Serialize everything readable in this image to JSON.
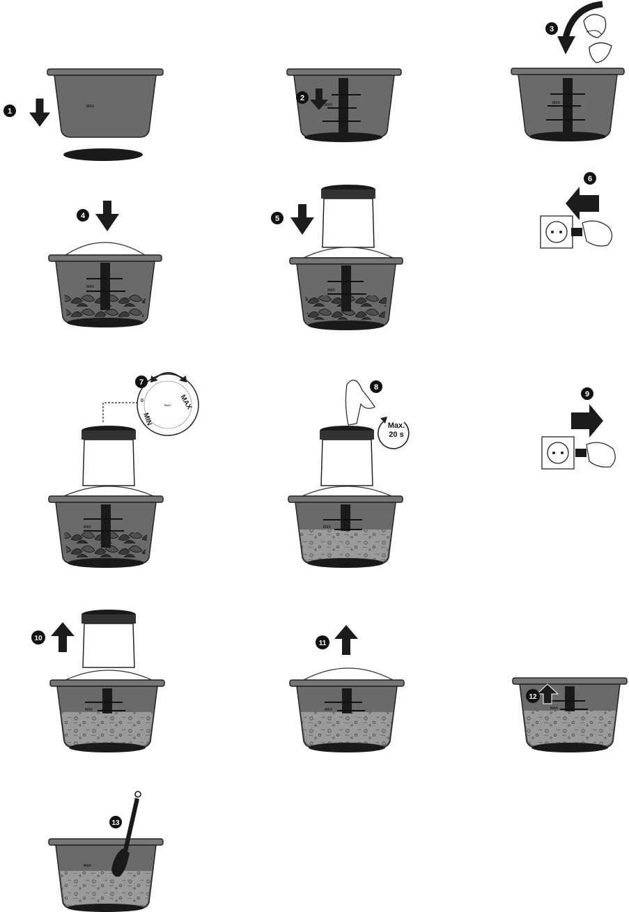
{
  "colors": {
    "bowl": "#6a6a6a",
    "bowl_dark": "#2b2b2b",
    "base": "#1a1a1a",
    "rim": "#707070",
    "lid": "#ffffff",
    "liquid": "#9a9a9a",
    "badge": "#111111",
    "badge_text": "#ffffff"
  },
  "icons": {
    "arrow": "arrow-icon",
    "socket": "socket-icon",
    "plug": "plug-icon",
    "hand": "hand-icon",
    "spatula": "spatula-icon",
    "dial": "speed-dial-icon",
    "rotate": "rotate-arrow-icon"
  },
  "bowl_mark": "MAX",
  "steps": [
    {
      "number": "1"
    },
    {
      "number": "2"
    },
    {
      "number": "3"
    },
    {
      "number": "4"
    },
    {
      "number": "5"
    },
    {
      "number": "6"
    },
    {
      "number": "7"
    },
    {
      "number": "8"
    },
    {
      "number": "9"
    },
    {
      "number": "10"
    },
    {
      "number": "11"
    },
    {
      "number": "12"
    },
    {
      "number": "13"
    }
  ],
  "dial": {
    "min_label": "MIN",
    "max_label": "MAX",
    "zero_label": "0",
    "center_label": "MAX"
  },
  "timer": {
    "line1": "Max.",
    "line2": "20 s"
  }
}
